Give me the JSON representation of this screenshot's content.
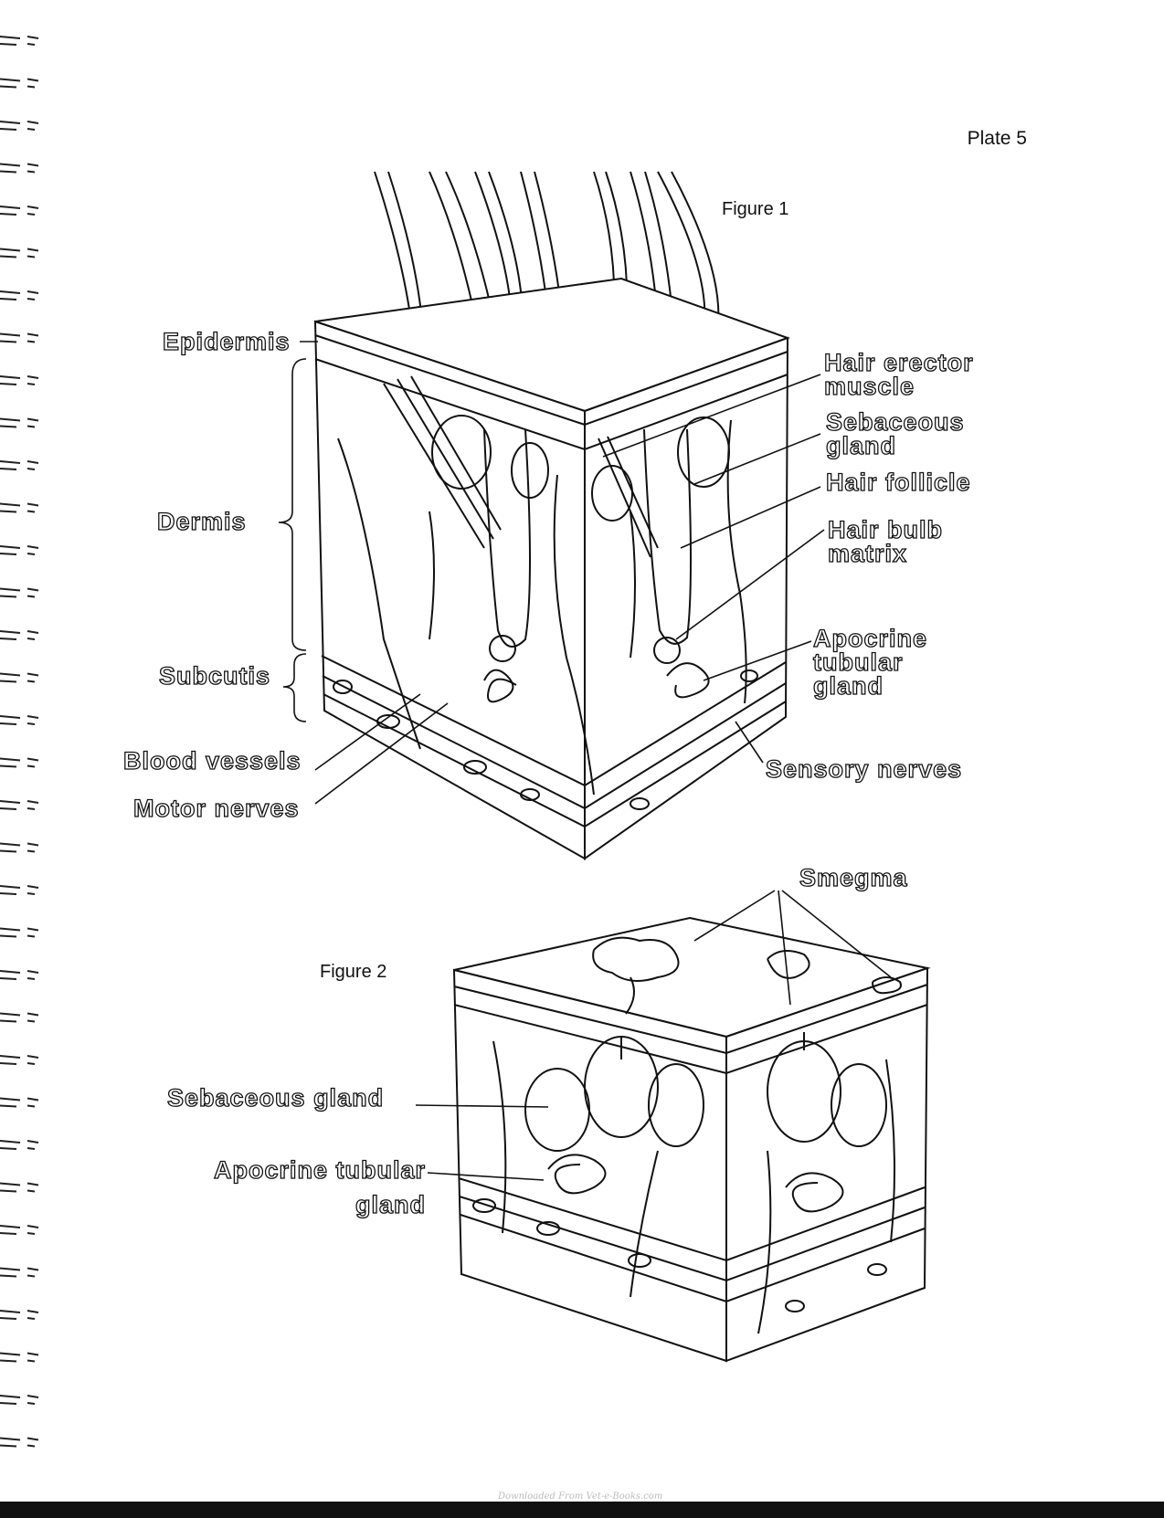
{
  "plate": {
    "title": "Plate 5"
  },
  "figure1": {
    "label": "Figure 1",
    "labels": {
      "epidermis": "Epidermis",
      "dermis": "Dermis",
      "subcutis": "Subcutis",
      "blood_vessels": "Blood vessels",
      "motor_nerves": "Motor nerves",
      "hair_erector_1": "Hair erector",
      "hair_erector_2": "muscle",
      "sebaceous_1": "Sebaceous",
      "sebaceous_2": "gland",
      "hair_follicle": "Hair follicle",
      "hair_bulb_1": "Hair bulb",
      "hair_bulb_2": "matrix",
      "apocrine_1": "Apocrine",
      "apocrine_2": "tubular",
      "apocrine_3": "gland",
      "sensory_nerves": "Sensory nerves"
    }
  },
  "figure2": {
    "label": "Figure 2",
    "labels": {
      "smegma": "Smegma",
      "sebaceous_gland": "Sebaceous gland",
      "apocrine_1": "Apocrine tubular",
      "apocrine_2": "gland"
    }
  },
  "footer": {
    "text": "Downloaded From Vet-e-Books.com"
  }
}
